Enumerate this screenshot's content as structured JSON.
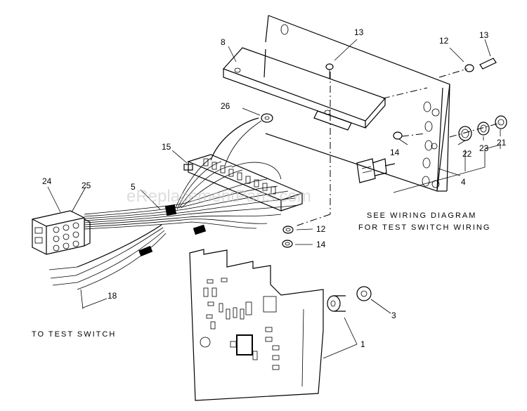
{
  "callouts": {
    "c1": "1",
    "c3": "3",
    "c4": "4",
    "c5": "5",
    "c8": "8",
    "c12a": "12",
    "c12b": "12",
    "c13a": "13",
    "c13b": "13",
    "c14a": "14",
    "c14b": "14",
    "c15": "15",
    "c18": "18",
    "c21": "21",
    "c22": "22",
    "c23": "23",
    "c24": "24",
    "c25": "25",
    "c26": "26"
  },
  "notes": {
    "wiring_line1": "SEE WIRING DIAGRAM",
    "wiring_line2": "FOR TEST SWITCH WIRING",
    "to_test_switch": "TO TEST SWITCH"
  },
  "watermark": "eReplacementParts.com"
}
